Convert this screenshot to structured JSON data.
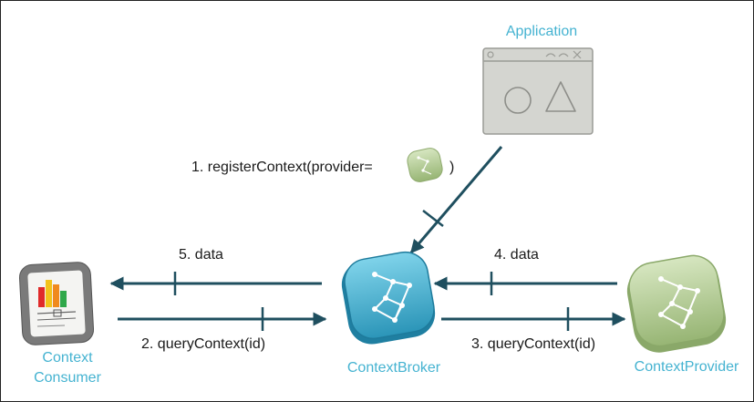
{
  "colors": {
    "arrow": "#1f4f5f",
    "label_accent": "#45b3d1",
    "broker": "#3aa6c8",
    "provider": "#a9c38a",
    "application_window": "#d2d3ce"
  },
  "nodes": {
    "application": {
      "label": "Application",
      "icon": "app-window-icon"
    },
    "broker": {
      "label": "ContextBroker",
      "icon": "context-broker-icon"
    },
    "provider": {
      "label": "ContextProvider",
      "icon": "context-provider-icon"
    },
    "consumer": {
      "label_line1": "Context",
      "label_line2": "Consumer",
      "icon": "tablet-consumer-icon"
    }
  },
  "messages": {
    "register_prefix": "1. registerContext(provider=",
    "register_suffix": ")",
    "query_consumer": "2. queryContext(id)",
    "query_provider": "3. queryContext(id)",
    "data_provider": "4. data",
    "data_consumer": "5. data"
  }
}
